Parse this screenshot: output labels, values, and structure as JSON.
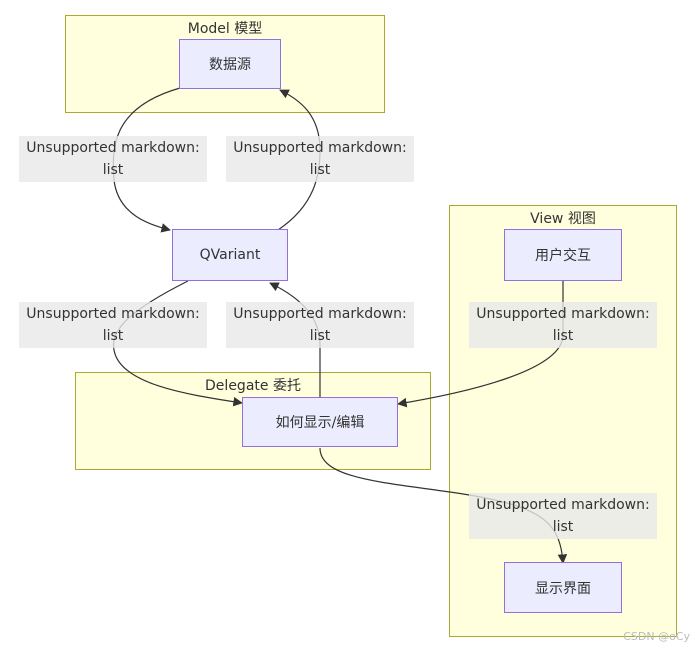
{
  "clusters": {
    "model": "Model 模型",
    "view": "View 视图",
    "delegate": "Delegate 委托"
  },
  "nodes": {
    "datasource": "数据源",
    "qvariant": "QVariant",
    "interaction": "用户交互",
    "display_edit": "如何显示/编辑",
    "display_ui": "显示界面"
  },
  "edge_labels": {
    "l1": {
      "line1": "Unsupported markdown:",
      "line2": "list"
    },
    "l2": {
      "line1": "Unsupported markdown:",
      "line2": "list"
    },
    "l3": {
      "line1": "Unsupported markdown:",
      "line2": "list"
    },
    "l4": {
      "line1": "Unsupported markdown:",
      "line2": "list"
    },
    "l5": {
      "line1": "Unsupported markdown:",
      "line2": "list"
    },
    "l6": {
      "line1": "Unsupported markdown:",
      "line2": "list"
    }
  },
  "watermark": "CSDN @oCy"
}
